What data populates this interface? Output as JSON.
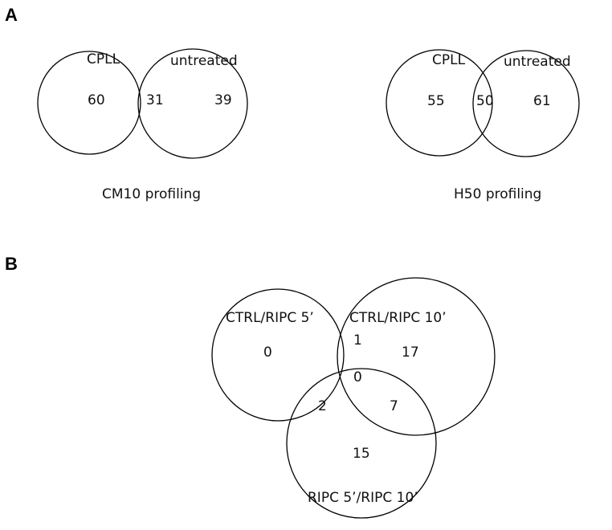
{
  "panels": {
    "a": {
      "letter": "A",
      "left": {
        "caption": "CM10 profiling",
        "sets": [
          "CPLL",
          "untreated"
        ],
        "regions": {
          "only_first": "60",
          "both": "31",
          "only_second": "39"
        }
      },
      "right": {
        "caption": "H50 profiling",
        "sets": [
          "CPLL",
          "untreated"
        ],
        "regions": {
          "only_first": "55",
          "both": "50",
          "only_second": "61"
        }
      }
    },
    "b": {
      "letter": "B",
      "sets": [
        "CTRL/RIPC 5’",
        "CTRL/RIPC 10’",
        "RIPC 5’/RIPC 10’"
      ],
      "regions": {
        "only_1": "0",
        "only_2": "17",
        "only_3": "15",
        "one_two": "1",
        "one_three": "2",
        "two_three": "7",
        "all": "0"
      }
    }
  }
}
